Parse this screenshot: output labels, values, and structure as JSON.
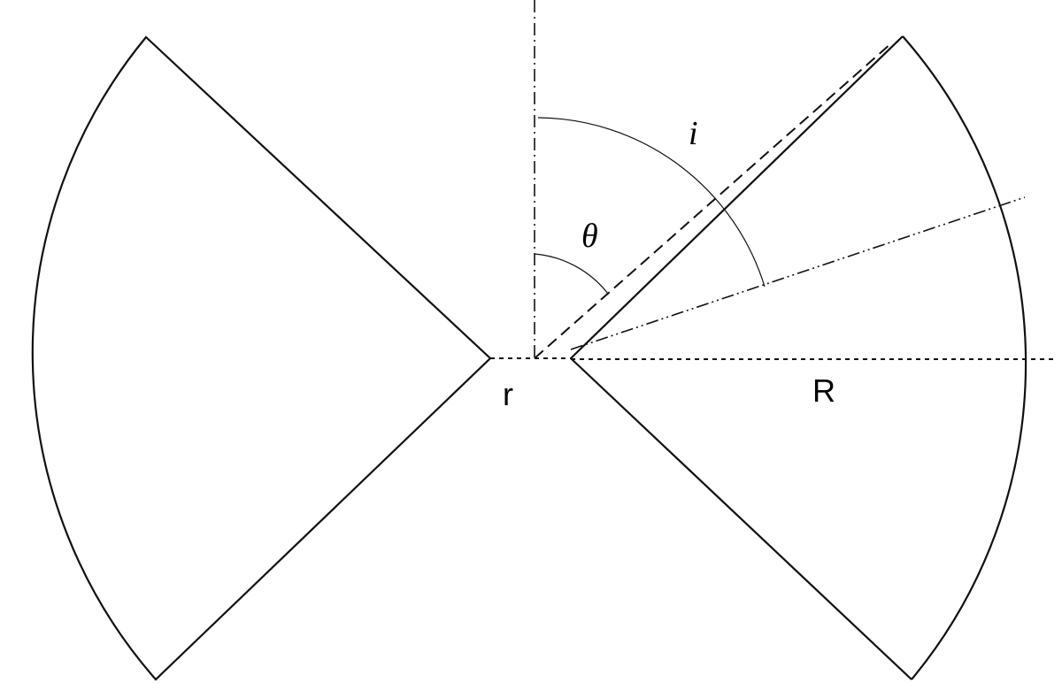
{
  "labels": {
    "inner_radius": "r",
    "outer_radius": "R",
    "angle": "θ",
    "inclination": "i"
  }
}
